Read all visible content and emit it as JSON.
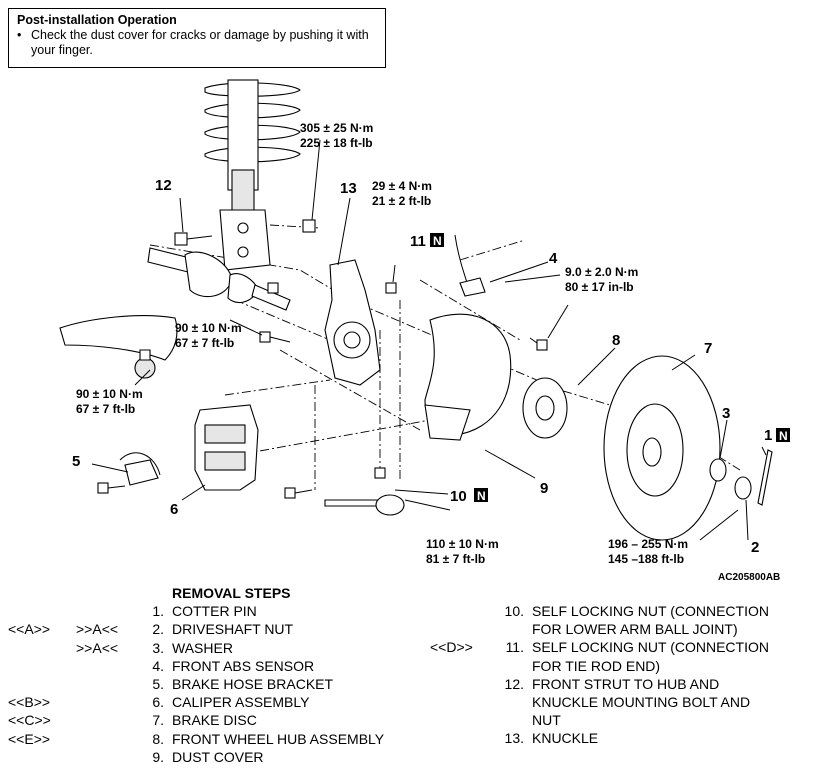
{
  "note": {
    "title": "Post-installation Operation",
    "bullet": "Check the dust cover for cracks or damage by pushing it with your finger."
  },
  "torques": {
    "t1a": "305 ± 25 N·m",
    "t1b": "225 ± 18 ft-lb",
    "t2a": "29 ± 4 N·m",
    "t2b": "21 ± 2 ft-lb",
    "t3a": "9.0 ± 2.0 N·m",
    "t3b": "80 ± 17 in-lb",
    "t4a": "90 ± 10 N·m",
    "t4b": "67 ± 7 ft-lb",
    "t5a": "90 ± 10 N·m",
    "t5b": "67 ± 7 ft-lb",
    "t6a": "110 ± 10 N·m",
    "t6b": "81 ± 7 ft-lb",
    "t7a": "196 – 255 N·m",
    "t7b": "145 –188 ft-lb"
  },
  "callouts": {
    "c1": "1",
    "c2": "2",
    "c3": "3",
    "c4": "4",
    "c5": "5",
    "c6": "6",
    "c7": "7",
    "c8": "8",
    "c9": "9",
    "c10": "10",
    "c11": "11",
    "c12": "12",
    "c13": "13",
    "new_mark": "N"
  },
  "figure_code": "AC205800AB",
  "steps": {
    "heading": "REMOVAL STEPS",
    "left": [
      {
        "code_a": "",
        "code_b": "",
        "num": "1.",
        "text": "COTTER PIN"
      },
      {
        "code_a": "<<A>>",
        "code_b": ">>A<<",
        "num": "2.",
        "text": "DRIVESHAFT NUT"
      },
      {
        "code_a": "",
        "code_b": ">>A<<",
        "num": "3.",
        "text": "WASHER"
      },
      {
        "code_a": "",
        "code_b": "",
        "num": "4.",
        "text": "FRONT ABS SENSOR"
      },
      {
        "code_a": "",
        "code_b": "",
        "num": "5.",
        "text": "BRAKE HOSE BRACKET"
      },
      {
        "code_a": "<<B>>",
        "code_b": "",
        "num": "6.",
        "text": "CALIPER ASSEMBLY"
      },
      {
        "code_a": "<<C>>",
        "code_b": "",
        "num": "7.",
        "text": "BRAKE DISC"
      },
      {
        "code_a": "<<E>>",
        "code_b": "",
        "num": "8.",
        "text": "FRONT WHEEL HUB ASSEMBLY"
      },
      {
        "code_a": "",
        "code_b": "",
        "num": "9.",
        "text": "DUST COVER"
      }
    ],
    "right": [
      {
        "code": "",
        "num": "10.",
        "text": "SELF LOCKING NUT (CONNECTION",
        "cont": "FOR LOWER ARM BALL JOINT)"
      },
      {
        "code": "<<D>>",
        "num": "11.",
        "text": "SELF LOCKING NUT (CONNECTION",
        "cont": "FOR TIE ROD END)"
      },
      {
        "code": "",
        "num": "12.",
        "text": "FRONT STRUT TO HUB AND",
        "cont": "KNUCKLE MOUNTING BOLT AND",
        "cont2": "NUT"
      },
      {
        "code": "",
        "num": "13.",
        "text": "KNUCKLE"
      }
    ]
  },
  "colors": {
    "ink": "#000000",
    "paper": "#ffffff",
    "shade": "#e6e6e6"
  }
}
